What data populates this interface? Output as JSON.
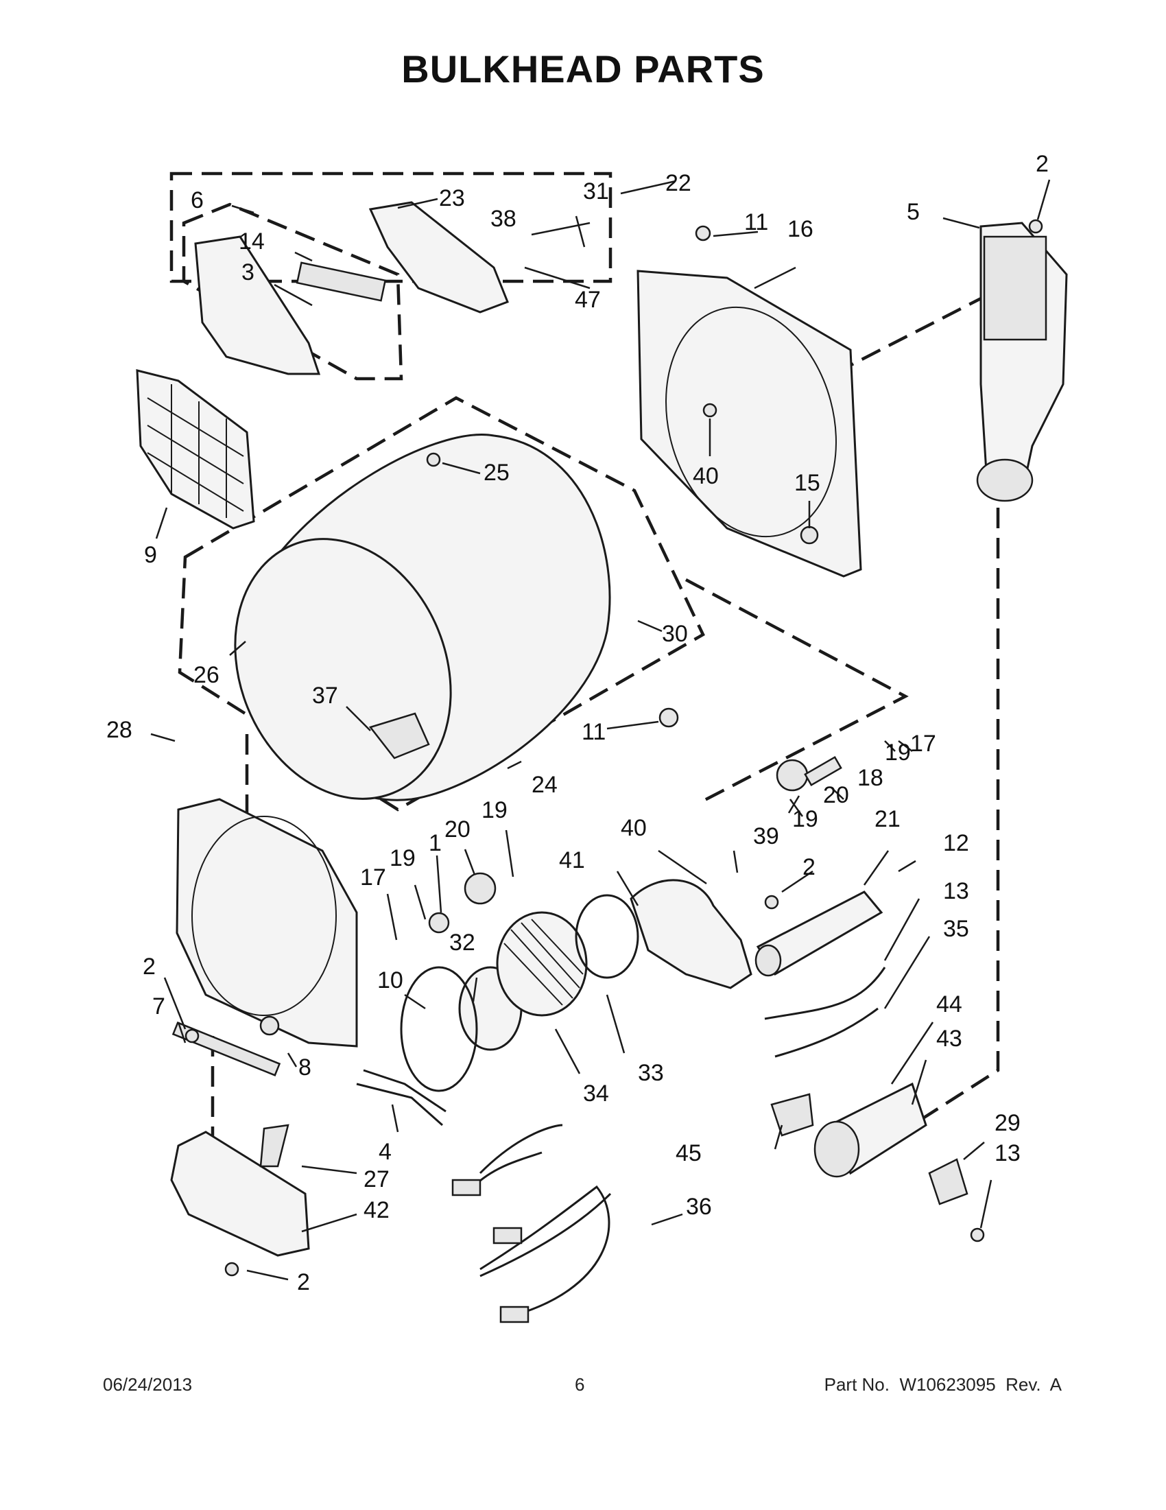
{
  "page": {
    "title": "BULKHEAD PARTS",
    "date": "06/24/2013",
    "page_number": "6",
    "part_number": "Part No.  W10623095  Rev.  A"
  },
  "callouts": {
    "c2_top": "2",
    "c5": "5",
    "c22": "22",
    "c6": "6",
    "c23": "23",
    "c31": "31",
    "c38": "38",
    "c14": "14",
    "c3": "3",
    "c47": "47",
    "c11_top": "11",
    "c16": "16",
    "c40_top": "40",
    "c15": "15",
    "c25": "25",
    "c9": "9",
    "c30": "30",
    "c26": "26",
    "c37": "37",
    "c28": "28",
    "c11_mid": "11",
    "c24": "24",
    "c17_right": "17",
    "c19_right_a": "19",
    "c18": "18",
    "c20_right": "20",
    "c19_right_b": "19",
    "c20_mid": "20",
    "c19_mid_top": "19",
    "c1": "1",
    "c19_mid": "19",
    "c17_mid": "17",
    "c40_mid": "40",
    "c39": "39",
    "c41": "41",
    "c2_mid": "2",
    "c21": "21",
    "c12": "12",
    "c13_mid": "13",
    "c35": "35",
    "c32": "32",
    "c10": "10",
    "c2_left": "2",
    "c7": "7",
    "c8": "8",
    "c34": "34",
    "c33": "33",
    "c44": "44",
    "c43": "43",
    "c4": "4",
    "c27": "27",
    "c42": "42",
    "c2_bottom": "2",
    "c36": "36",
    "c45": "45",
    "c29": "29",
    "c13_bottom": "13"
  }
}
